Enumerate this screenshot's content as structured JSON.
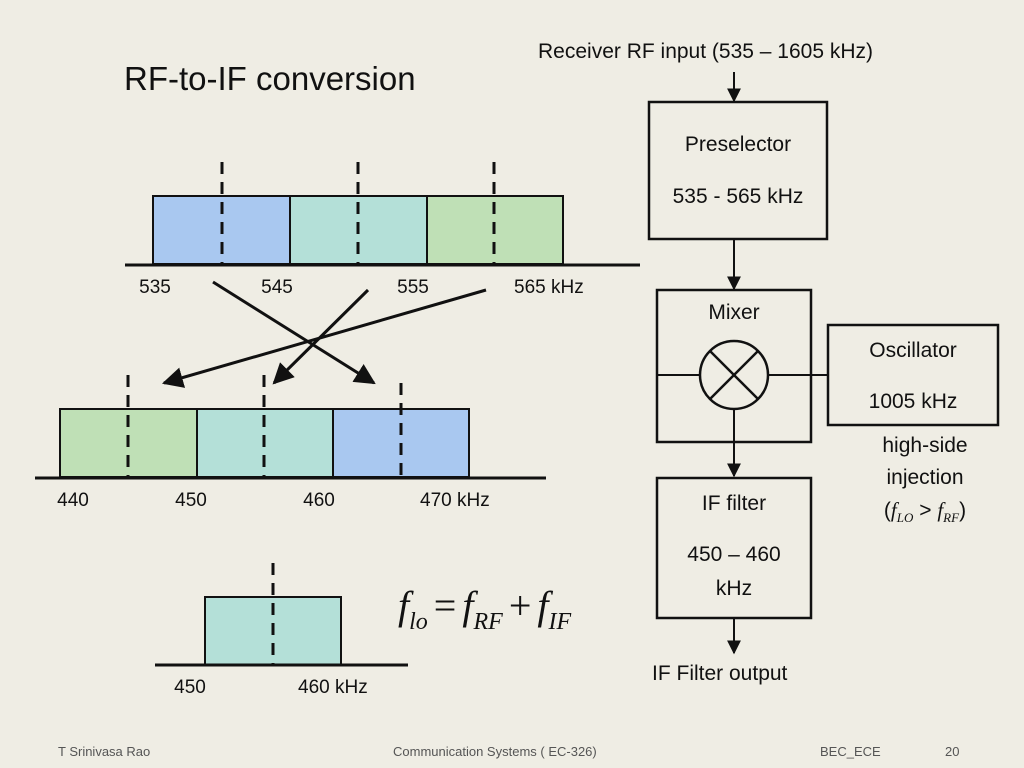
{
  "title": "RF-to-IF conversion",
  "rf_input_label": "Receiver RF input (535 – 1605 kHz)",
  "preselector": {
    "name": "Preselector",
    "range": "535 - 565 kHz"
  },
  "mixer": {
    "name": "Mixer"
  },
  "oscillator": {
    "name": "Oscillator",
    "freq": "1005 kHz"
  },
  "injection": {
    "line1": "high-side",
    "line2": "injection",
    "cond_open": "(",
    "f_lo": "f",
    "lo_sub": "LO",
    "gt": " > ",
    "f_rf": "f",
    "rf_sub": "RF",
    "cond_close": ")"
  },
  "if_filter": {
    "name": "IF filter",
    "range_line1": "450 – 460",
    "range_line2": "kHz"
  },
  "if_output_label": "IF Filter output",
  "rf_spectrum": {
    "ticks": [
      "535",
      "545",
      "555",
      "565 kHz"
    ],
    "bands": [
      {
        "from": 535,
        "to": 545,
        "color": "#a9c8f0"
      },
      {
        "from": 545,
        "to": 555,
        "color": "#b4e0d8"
      },
      {
        "from": 555,
        "to": 565,
        "color": "#bfe0b6"
      }
    ]
  },
  "if_spectrum": {
    "ticks": [
      "440",
      "450",
      "460",
      "470 kHz"
    ],
    "bands": [
      {
        "from": 440,
        "to": 450,
        "color": "#bfe0b6"
      },
      {
        "from": 450,
        "to": 460,
        "color": "#b4e0d8"
      },
      {
        "from": 460,
        "to": 470,
        "color": "#a9c8f0"
      }
    ]
  },
  "filtered_spectrum": {
    "ticks": [
      "450",
      "460 kHz"
    ],
    "bands": [
      {
        "from": 450,
        "to": 460,
        "color": "#b4e0d8"
      }
    ]
  },
  "formula": {
    "f1": "f",
    "s1": "lo",
    "eq": "=",
    "f2": "f",
    "s2": "RF",
    "plus": "+",
    "f3": "f",
    "s3": "IF"
  },
  "footer": {
    "author": "T Srinivasa Rao",
    "course": "Communication Systems ( EC-326)",
    "dept": "BEC_ECE",
    "page": "20"
  }
}
